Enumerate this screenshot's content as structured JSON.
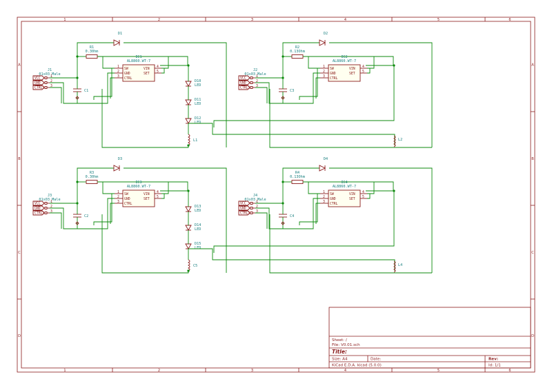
{
  "frame": {
    "col_labels": [
      "1",
      "2",
      "3",
      "4",
      "5",
      "6"
    ],
    "row_labels": [
      "A",
      "B",
      "C",
      "D"
    ]
  },
  "title_block": {
    "sheet": "Sheet: /",
    "file": "File: V0.01.sch",
    "title": "Title:",
    "size": "Size: A4",
    "date": "Date:",
    "rev": "Rev:",
    "tool": "KiCad E.D.A.  kicad (5.0.0)",
    "id": "Id: 1/1"
  },
  "blocks": [
    {
      "diode": "D1",
      "res": "R1",
      "res_val": "0.30hm",
      "ic": "IC1",
      "ic_part": "AL8860.WT-7",
      "conn": "J1",
      "conn_val": "01x03_Male",
      "cap": "C1",
      "leds": [
        [
          "D10",
          "LED"
        ],
        [
          "D11",
          "LED"
        ],
        [
          "D12",
          "LED"
        ]
      ],
      "inductor": "L1"
    },
    {
      "diode": "D2",
      "res": "R2",
      "res_val": "0.13Ohm",
      "ic": "IC2",
      "ic_part": "AL8860.WT-7",
      "conn": "J2",
      "conn_val": "01x03_Male",
      "cap": "C3",
      "leds": [],
      "inductor": "L2"
    },
    {
      "diode": "D3",
      "res": "R3",
      "res_val": "0.30hm",
      "ic": "IC3",
      "ic_part": "AL8860.WT-7",
      "conn": "J3",
      "conn_val": "01x03_Male",
      "cap": "C2",
      "leds": [
        [
          "D13",
          "LED"
        ],
        [
          "D14",
          "LED"
        ],
        [
          "D15",
          "LED"
        ]
      ],
      "inductor": "C5"
    },
    {
      "diode": "D4",
      "res": "R4",
      "res_val": "0.13Ohm",
      "ic": "IC4",
      "ic_part": "AL8860.WT-7",
      "conn": "J4",
      "conn_val": "01x03_Male",
      "cap": "C4",
      "leds": [],
      "inductor": "L4"
    }
  ],
  "ic_pins": {
    "left": [
      [
        "1",
        "SW"
      ],
      [
        "2",
        "GND"
      ],
      [
        "3",
        "CTRL"
      ]
    ],
    "right": [
      [
        "4",
        "VIN"
      ],
      [
        "5",
        "SET"
      ]
    ]
  },
  "global_labels": [
    "VCC",
    "GND",
    "CTRL1"
  ]
}
